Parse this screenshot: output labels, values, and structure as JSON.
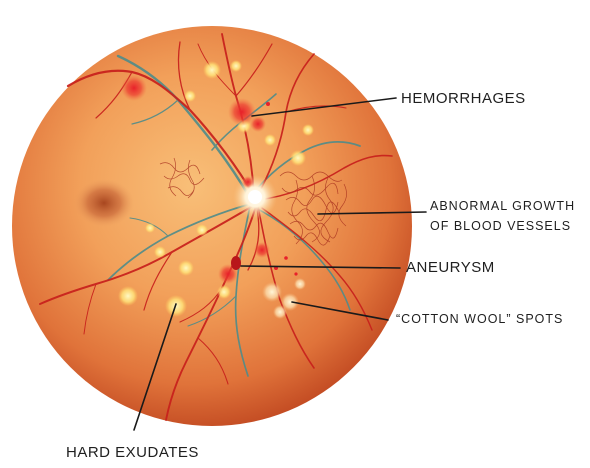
{
  "labels": {
    "hemorrhages": "HEMORRHAGES",
    "abnormal_line1": "ABNORMAL GROWTH",
    "abnormal_line2": "OF BLOOD VESSELS",
    "aneurysm": "ANEURYSM",
    "cotton_wool": "“COTTON WOOL” SPOTS",
    "hard_exudates": "HARD EXUDATES"
  },
  "colors": {
    "retina_light": "#f6b46a",
    "retina_mid": "#ea7a3e",
    "retina_dark": "#c24a22",
    "macula": "#a8461f",
    "optic_disc": "#fff7e6",
    "artery": "#c8201c",
    "vein": "#4f8c8a",
    "exudate": "#fff3a0",
    "hemorrhage": "#e8212a",
    "leader_line": "#1a1a1a"
  }
}
